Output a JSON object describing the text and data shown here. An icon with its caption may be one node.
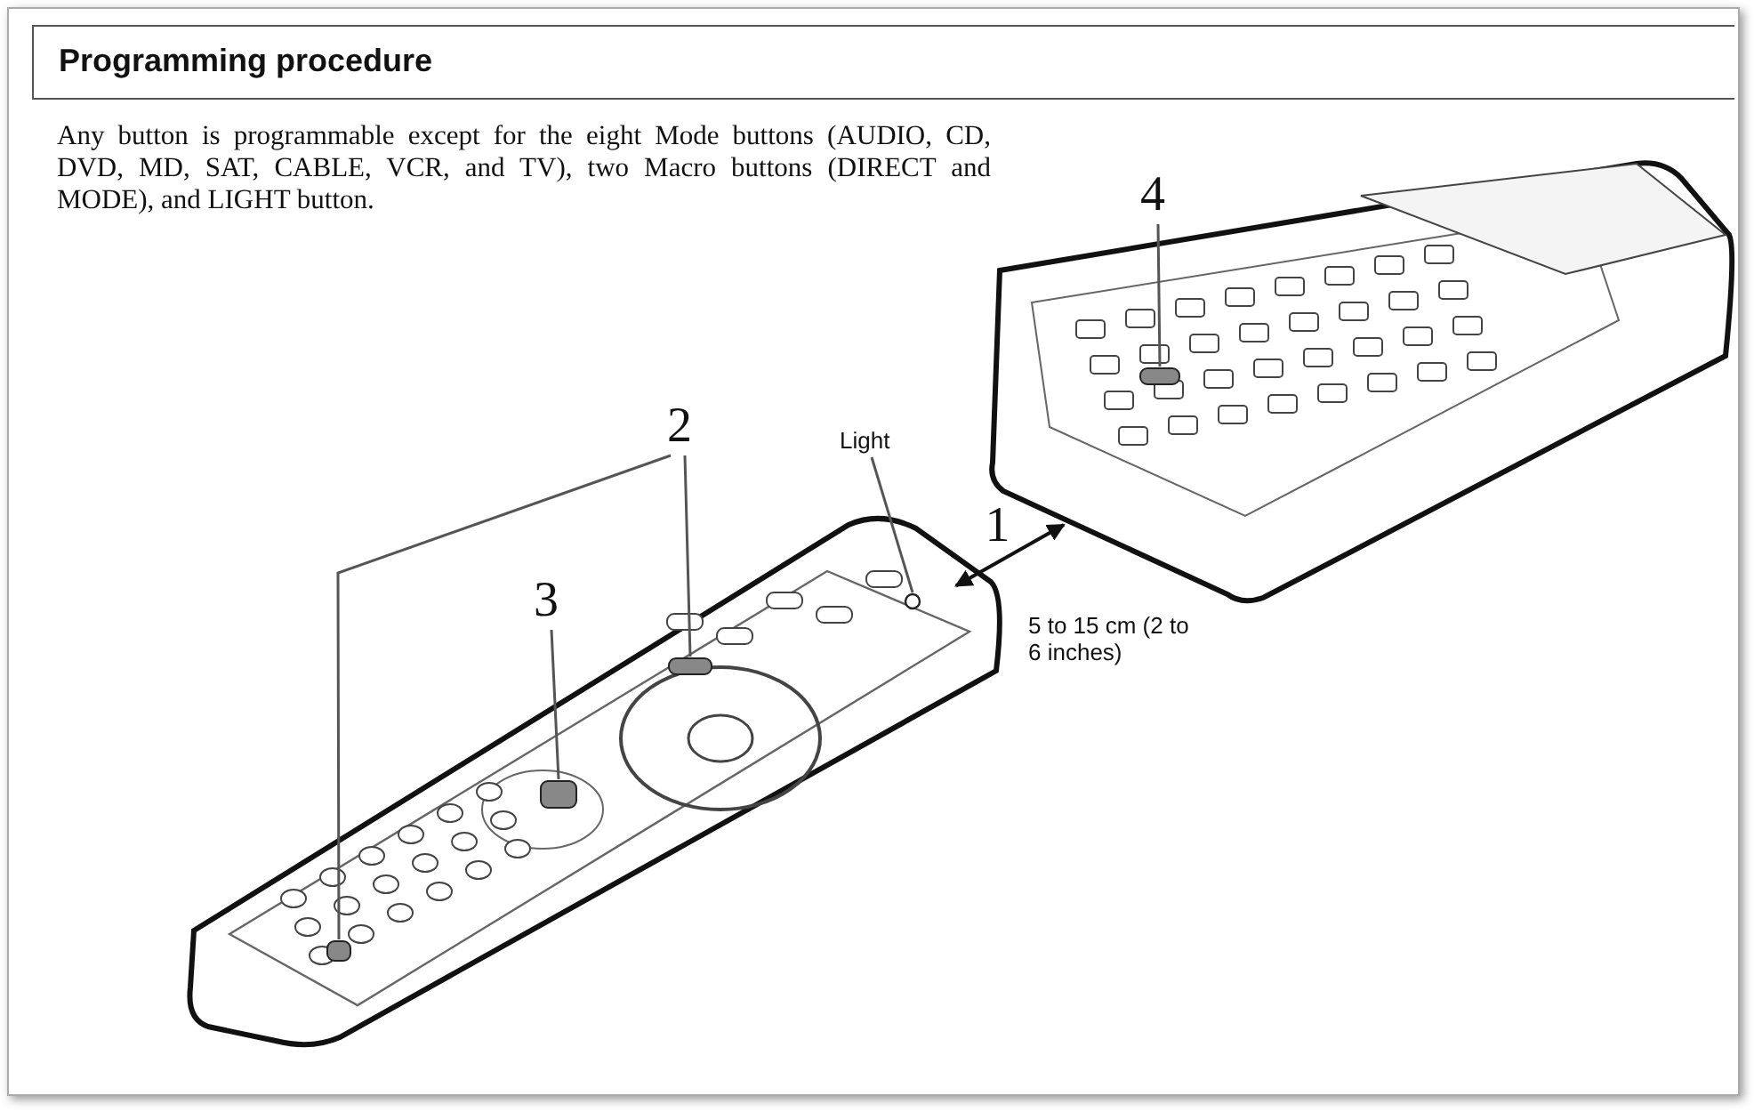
{
  "diagram": {
    "title": "Programming procedure",
    "nodes": [
      {
        "text": [],
        "shape": "picture"
      },
      {
        "text": [],
        "shape": "picture"
      },
      {
        "text": [
          "2"
        ]
      },
      {
        "text": [],
        "shape": "box",
        "in": 0
      },
      {
        "text": [],
        "shape": "box",
        "in": 0
      },
      {
        "text": [
          "3"
        ]
      },
      {
        "text": [],
        "shape": "box",
        "in": 0
      },
      {
        "text": [
          "4"
        ]
      },
      {
        "text": [],
        "shape": "box",
        "in": 1
      },
      {
        "text": [
          "Light"
        ]
      },
      {
        "text": [],
        "shape": "circle",
        "in": 0
      }
    ],
    "edges": [
      {
        "from": 0,
        "to": 1,
        "arrow": "both",
        "label": "1"
      },
      {
        "from": 2,
        "to": 3,
        "arrow": "none"
      },
      {
        "from": 2,
        "to": 4,
        "arrow": "none"
      },
      {
        "from": 5,
        "to": 6,
        "arrow": "none"
      },
      {
        "from": 7,
        "to": 8,
        "arrow": "none"
      },
      {
        "from": 9,
        "to": 10,
        "arrow": "none"
      }
    ],
    "labels": [
      "Any button is programmable except for the eight Mode buttons (AUDIO, CD, DVD, MD, SAT, CABLE, VCR, and TV), two Macro buttons (DIRECT and MODE), and LIGHT button.",
      "5 to 15 cm (2 to 6 inches)"
    ]
  }
}
